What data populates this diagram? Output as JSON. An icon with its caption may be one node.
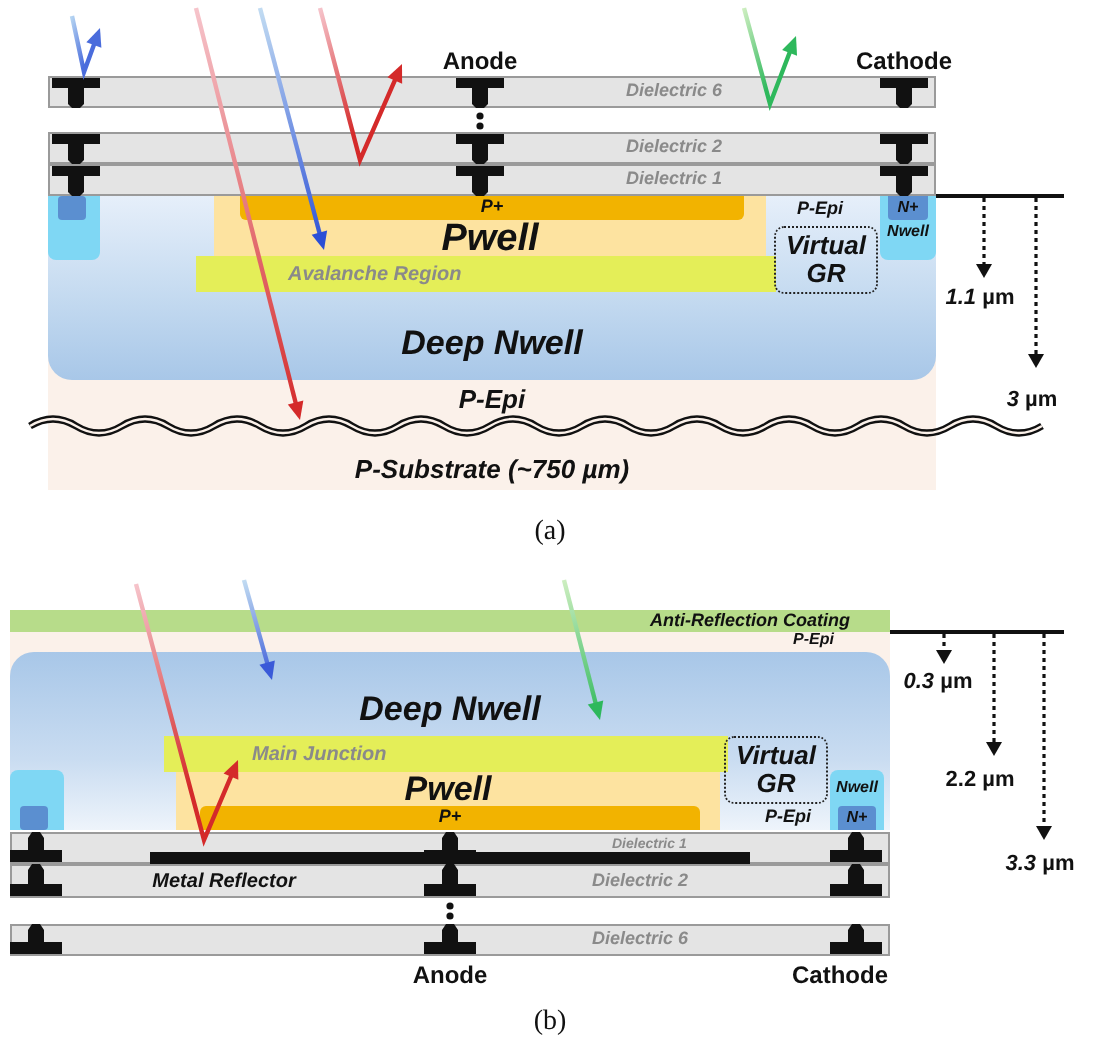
{
  "diagram": {
    "nodes": [
      {
        "text": [
          "Dielectric 6"
        ]
      },
      {
        "text": [
          "Dielectric 2"
        ]
      },
      {
        "text": [
          "Dielectric 1"
        ]
      },
      {
        "text": [
          "P-Epi",
          "P-Substrate (~750 µm)"
        ]
      },
      {
        "text": [
          "Deep Nwell"
        ],
        "in": 3
      },
      {
        "text": [],
        "shape": "box",
        "in": 4
      },
      {
        "text": [
          "Pwell"
        ],
        "in": 4
      },
      {
        "text": [
          "P+"
        ],
        "in": 6
      },
      {
        "text": [
          "Avalanche Region"
        ],
        "in": 4
      },
      {
        "text": [
          "Virtual GR"
        ],
        "in": 4
      },
      {
        "text": [
          "Nwell"
        ],
        "in": 4
      },
      {
        "text": [
          "N+"
        ],
        "in": 10
      },
      {
        "text": [
          "Anti-Reflection Coating"
        ]
      },
      {
        "text": [
          "P-Epi"
        ]
      },
      {
        "text": [
          "Deep Nwell"
        ],
        "in": 13
      },
      {
        "text": [
          "Main Junction"
        ],
        "in": 14
      },
      {
        "text": [
          "Pwell"
        ],
        "in": 14
      },
      {
        "text": [
          "P+"
        ],
        "in": 16
      },
      {
        "text": [
          "Virtual GR"
        ],
        "in": 14
      },
      {
        "text": [],
        "shape": "box",
        "in": 14
      },
      {
        "text": [
          "Nwell"
        ],
        "in": 14
      },
      {
        "text": [
          "N+"
        ],
        "in": 20
      },
      {
        "text": [
          "Dielectric 1"
        ]
      },
      {
        "text": [
          "Dielectric 2"
        ]
      },
      {
        "text": [
          "Dielectric 6"
        ]
      }
    ],
    "labels": [
      "Anode",
      "Cathode",
      "P-Epi",
      "*1.1* µm",
      "*3* µm",
      "(a)",
      "*0.3* µm",
      "2.2 µm",
      "P-Epi",
      "*3.3* µm",
      "Metal Reflector",
      "Anode",
      "Cathode",
      "(b)"
    ]
  }
}
